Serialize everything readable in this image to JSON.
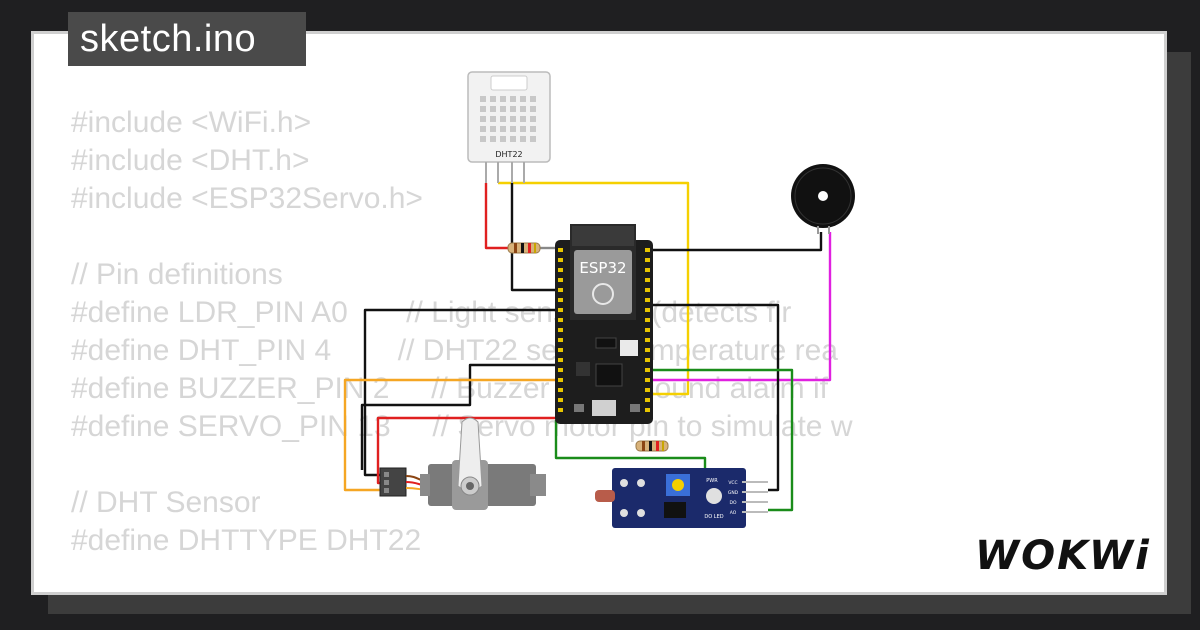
{
  "file_tab": {
    "name": "sketch.ino"
  },
  "code_lines": [
    "#include <WiFi.h>",
    "#include <DHT.h>",
    "#include <ESP32Servo.h>",
    "",
    "// Pin definitions",
    "#define LDR_PIN A0       // Light sensor pin (detects fir",
    "#define DHT_PIN 4        // DHT22 sensor temperature rea",
    "#define BUZZER_PIN 2     // Buzzer pin to sound alarm if",
    "#define SERVO_PIN 13     // Servo motor pin to simulate w",
    "",
    "// DHT Sensor",
    "#define DHTTYPE DHT22"
  ],
  "components": {
    "dht_label": "DHT22",
    "esp_label": "ESP32",
    "ldr_pwr_label": "PWR",
    "ldr_do_label": "DO LED",
    "ldr_pin_vcc": "VCC",
    "ldr_pin_gnd": "GND",
    "ldr_pin_do": "DO",
    "ldr_pin_ao": "AO"
  },
  "logo": {
    "text": "WOKWi"
  },
  "colors": {
    "background": "#1f1f21",
    "card": "#ffffff",
    "tab": "#4a4a4a",
    "code_text": "#d6d6d6",
    "wire_red": "#e02020",
    "wire_yellow": "#f5d000",
    "wire_black": "#111111",
    "wire_green": "#1a8c1a",
    "wire_orange": "#f5a623",
    "wire_magenta": "#e020e0",
    "esp_board": "#1d1d1d",
    "ldr_board": "#1b2a6b"
  }
}
